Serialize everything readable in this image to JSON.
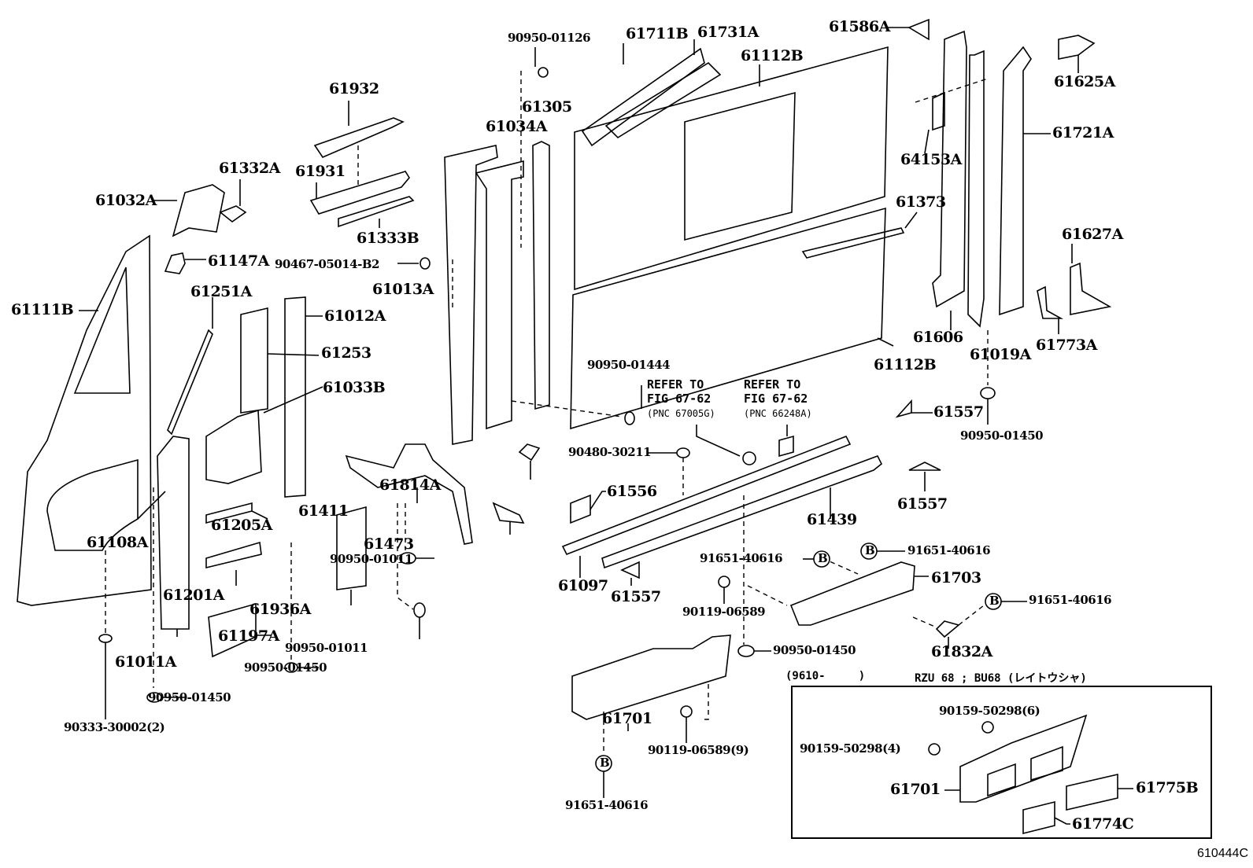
{
  "diagram": {
    "figure_id": "610444C",
    "parts": {
      "p61932": "61932",
      "p61931": "61931",
      "p61333B": "61333B",
      "p61332A": "61332A",
      "p61032A": "61032A",
      "p61147A": "61147A",
      "p90467": "90467-05014-B2",
      "p61013A": "61013A",
      "p61251A": "61251A",
      "p61111B": "61111B",
      "p61012A": "61012A",
      "p61253": "61253",
      "p61033B": "61033B",
      "p61108A": "61108A",
      "p61205A": "61205A",
      "p61201A": "61201A",
      "p61197A": "61197A",
      "p61011A": "61011A",
      "p90950_01450_a": "90950-01450",
      "p90950_01450_b": "90950-01450",
      "p90333": "90333-30002(2)",
      "p61936A": "61936A",
      "p61411": "61411",
      "p90950_01011_a": "90950-01011",
      "p90950_01011_b": "90950-01011",
      "p61473": "61473",
      "p61814A": "61814A",
      "p90950_01126": "90950-01126",
      "p61034A": "61034A",
      "p61305": "61305",
      "p61711B": "61711B",
      "p61731A": "61731A",
      "p61112B_top": "61112B",
      "p61112B_bot": "61112B",
      "p61586A": "61586A",
      "p61625A": "61625A",
      "p64153A": "64153A",
      "p61721A": "61721A",
      "p61373": "61373",
      "p61627A": "61627A",
      "p61606": "61606",
      "p61019A": "61019A",
      "p61773A": "61773A",
      "p90950_01444": "90950-01444",
      "p61557_a": "61557",
      "p61557_b": "61557",
      "p61557_c": "61557",
      "p90950_01450_c": "90950-01450",
      "p90480": "90480-30211",
      "p61556": "61556",
      "p61439": "61439",
      "p61097": "61097",
      "p91651_a": "91651-40616",
      "p91651_b": "91651-40616",
      "p91651_c": "91651-40616",
      "p91651_d": "91651-40616",
      "p61703": "61703",
      "p90119_06589": "90119-06589",
      "p61832A": "61832A",
      "p90950_01450_d": "90950-01450",
      "p61701": "61701",
      "p90119_06589_9": "90119-06589(9)"
    },
    "references": [
      {
        "line1": "REFER TO",
        "line2": "FIG 67-62",
        "pnc": "(PNC 67005G)"
      },
      {
        "line1": "REFER TO",
        "line2": "FIG 67-62",
        "pnc": "(PNC 66248A)"
      }
    ],
    "bolt_marker": "B",
    "inset": {
      "date_range": "(9610-     )",
      "model_caption": "RZU 68 ; BU68 (レイトウシャ)",
      "parts": {
        "p90159_6": "90159-50298(6)",
        "p90159_4": "90159-50298(4)",
        "p61701": "61701",
        "p61775B": "61775B",
        "p61774C": "61774C"
      }
    }
  }
}
